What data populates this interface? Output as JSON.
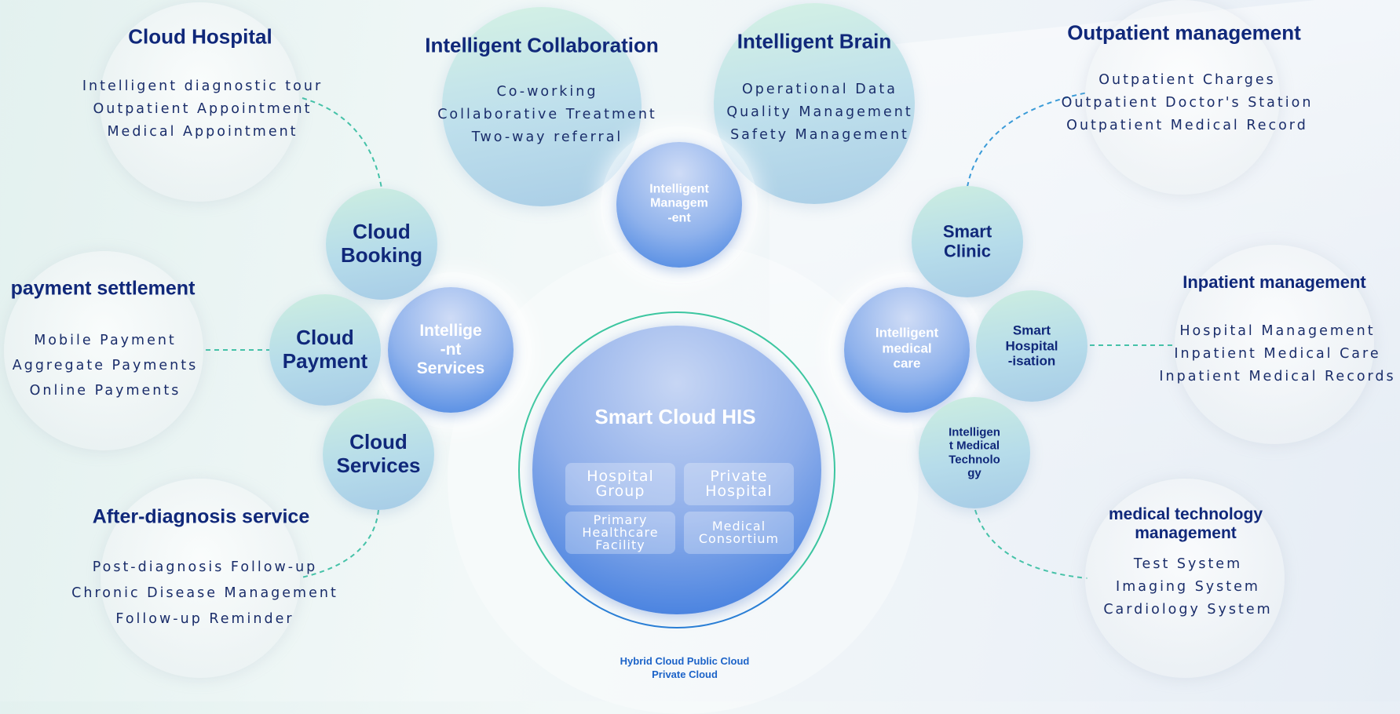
{
  "center": {
    "title": "Smart Cloud HIS",
    "cells": [
      {
        "lines": [
          "Hospital",
          "Group"
        ]
      },
      {
        "lines": [
          "Private",
          "Hospital"
        ]
      },
      {
        "lines": [
          "Primary",
          "Healthcare",
          "Facility"
        ]
      },
      {
        "lines": [
          "Medical",
          "Consortium"
        ]
      }
    ],
    "clouds": {
      "line1": "Hybrid Cloud  Public Cloud",
      "line2": "Private Cloud"
    }
  },
  "hubs": {
    "services": {
      "lines": [
        "Intellige",
        "-nt",
        "Services"
      ]
    },
    "management": {
      "lines": [
        "Intelligent",
        "Managem",
        "-ent"
      ]
    },
    "medical": {
      "lines": [
        "Intelligent",
        "medical",
        "care"
      ]
    }
  },
  "nodes": {
    "cloud_booking": {
      "lines": [
        "Cloud",
        "Booking"
      ]
    },
    "cloud_payment": {
      "lines": [
        "Cloud",
        "Payment"
      ]
    },
    "cloud_services": {
      "lines": [
        "Cloud",
        "Services"
      ]
    },
    "smart_clinic": {
      "lines": [
        "Smart",
        "Clinic"
      ]
    },
    "smart_hospitalisation": {
      "lines": [
        "Smart",
        "Hospital",
        "-isation"
      ]
    },
    "intelligent_medical_technology": {
      "lines": [
        "Intelligen",
        "t Medical",
        "Technolo",
        "gy"
      ]
    }
  },
  "groups": {
    "cloud_hospital": {
      "title": "Cloud Hospital",
      "items": [
        "Intelligent diagnostic tour",
        "Outpatient Appointment",
        "Medical Appointment"
      ]
    },
    "intelligent_collaboration": {
      "title": "Intelligent Collaboration",
      "items": [
        "Co-working",
        "Collaborative Treatment",
        "Two-way referral"
      ]
    },
    "intelligent_brain": {
      "title": "Intelligent Brain",
      "items": [
        "Operational Data",
        "Quality Management",
        "Safety Management"
      ]
    },
    "outpatient_management": {
      "title": "Outpatient management",
      "items": [
        "Outpatient Charges",
        "Outpatient Doctor's Station",
        "Outpatient Medical Record"
      ]
    },
    "payment_settlement": {
      "title": "payment settlement",
      "items": [
        "Mobile Payment",
        "Aggregate Payments",
        "Online Payments"
      ]
    },
    "inpatient_management": {
      "title": "Inpatient management",
      "items": [
        "Hospital Management",
        "Inpatient Medical Care",
        "Inpatient Medical Records"
      ]
    },
    "after_diagnosis": {
      "title": "After-diagnosis service",
      "items": [
        "Post-diagnosis Follow-up",
        "Chronic Disease Management",
        "Follow-up Reminder"
      ]
    },
    "medical_technology": {
      "title": [
        "medical technology",
        "management"
      ],
      "items": [
        "Test System",
        "Imaging System",
        "Cardiology System"
      ]
    }
  },
  "colors": {
    "title": "#10287a",
    "items": "#1a2d6a",
    "connector": "#3fc0a0",
    "ring": "#3cc6a0"
  }
}
